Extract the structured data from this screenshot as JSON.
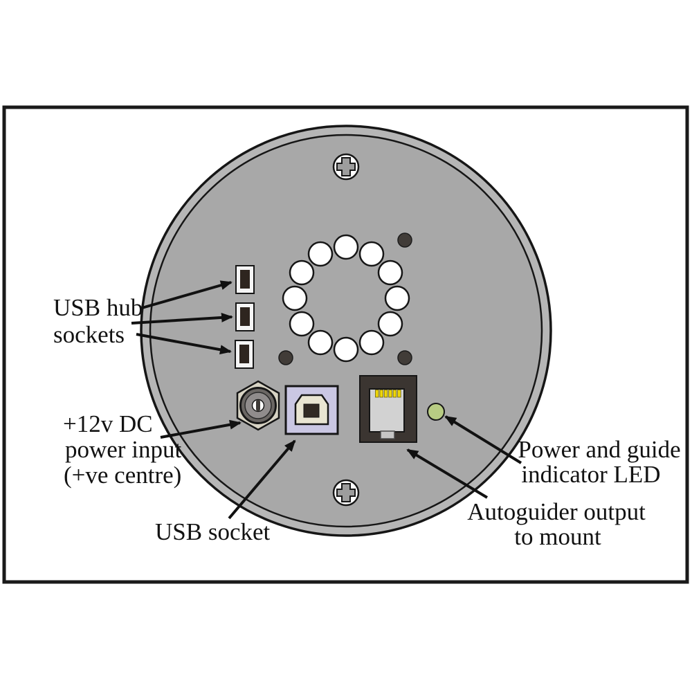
{
  "labels": {
    "usb_hub": {
      "line1": "USB hub",
      "line2": "sockets"
    },
    "dc_power": {
      "line1": "+12v DC",
      "line2": "power input",
      "line3": "(+ve centre)"
    },
    "usb_socket": {
      "line1": "USB socket"
    },
    "led": {
      "line1": "Power and guide",
      "line2": "indicator LED"
    },
    "autoguider": {
      "line1": "Autoguider output",
      "line2": "to mount"
    }
  },
  "colors": {
    "frame_stroke": "#1a1a1a",
    "panel_gray": "#a8a8a8",
    "rim_gray": "#b6b6b6",
    "hole_white": "#ffffff",
    "dot_dark": "#413c38",
    "screw_white": "#ffffff",
    "screw_cross_gray": "#9d9d9d",
    "usb_hub_frame": "#f5f5f5",
    "usb_hub_inner": "#2e251f",
    "dc_hex_tan": "#d7d3c4",
    "dc_ring_dark": "#6b6764",
    "dc_ring_mid": "#908c8c",
    "dc_pin_dark": "#3f3b38",
    "usb_b_lavender": "#cac7e3",
    "usb_b_cream": "#e9e5d2",
    "usb_b_inner": "#312a24",
    "rj12_dark": "#3b3531",
    "rj12_inner": "#d2d2d2",
    "rj12_tab": "#c6c6c6",
    "pin_yellow": "#eed60a",
    "led_green": "#b8cc83",
    "arrow_black": "#111111",
    "text_black": "#121212"
  }
}
